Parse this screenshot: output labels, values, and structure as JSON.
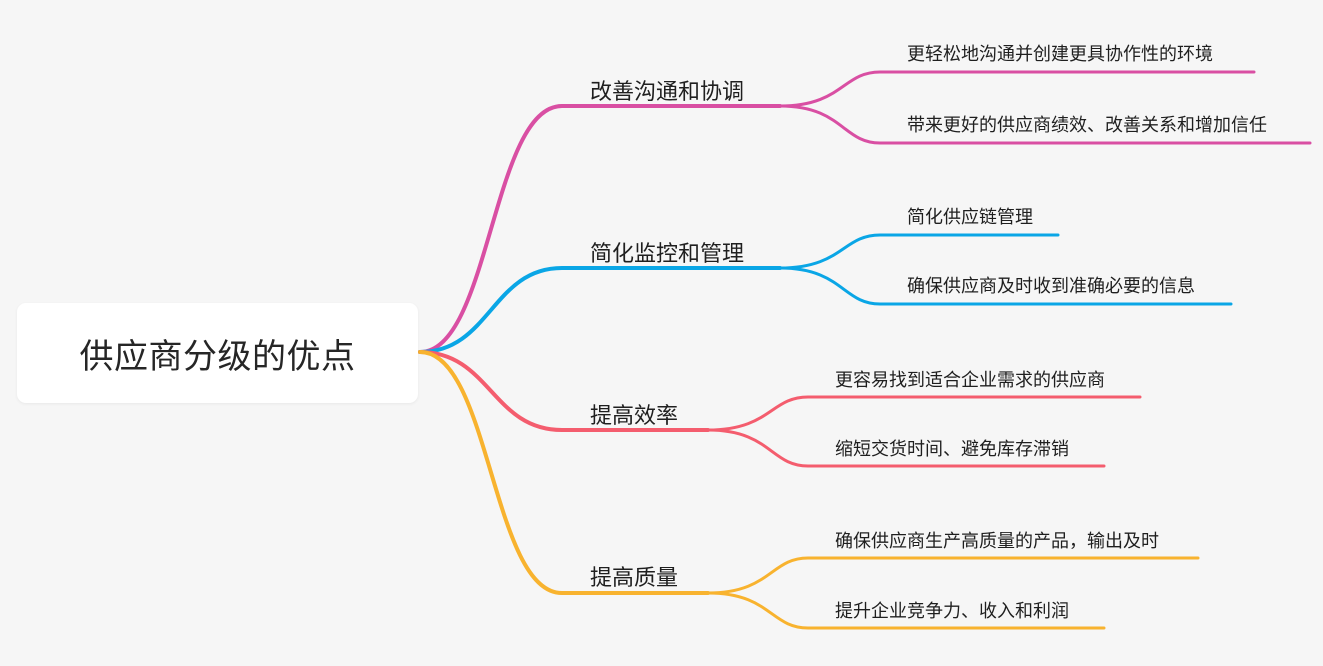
{
  "root": {
    "label": "供应商分级的优点"
  },
  "branches": [
    {
      "label": "改善沟通和协调",
      "color": "#d94fa3",
      "children": [
        {
          "label": "更轻松地沟通并创建更具协作性的环境"
        },
        {
          "label": "带来更好的供应商绩效、改善关系和增加信任"
        }
      ]
    },
    {
      "label": "简化监控和管理",
      "color": "#0aa6e6",
      "children": [
        {
          "label": "简化供应链管理"
        },
        {
          "label": "确保供应商及时收到准确必要的信息"
        }
      ]
    },
    {
      "label": "提高效率",
      "color": "#f45d6e",
      "children": [
        {
          "label": "更容易找到适合企业需求的供应商"
        },
        {
          "label": "缩短交货时间、避免库存滞销"
        }
      ]
    },
    {
      "label": "提高质量",
      "color": "#f8b32f",
      "children": [
        {
          "label": "确保供应商生产高质量的产品，输出及时"
        },
        {
          "label": "提升企业竞争力、收入和利润"
        }
      ]
    }
  ]
}
